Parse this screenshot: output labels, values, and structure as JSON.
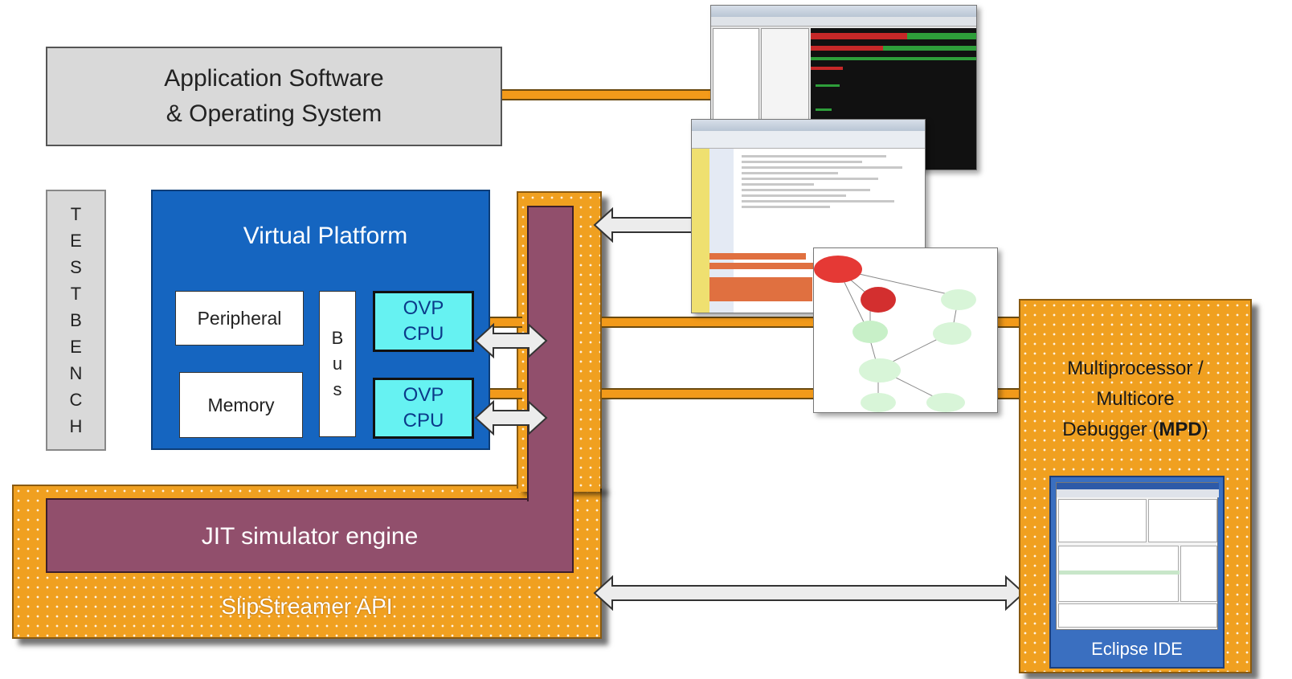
{
  "app_box": {
    "line1": "Application Software",
    "line2": "& Operating System"
  },
  "testbench": {
    "letters": [
      "T",
      "E",
      "S",
      "T",
      "B",
      "E",
      "N",
      "C",
      "H"
    ]
  },
  "virtual_platform": {
    "title": "Virtual Platform",
    "peripheral": "Peripheral",
    "memory": "Memory",
    "bus_letters": [
      "B",
      "u",
      "s"
    ],
    "cpu1": {
      "line1": "OVP",
      "line2": "CPU"
    },
    "cpu2": {
      "line1": "OVP",
      "line2": "CPU"
    }
  },
  "jit_engine": "JIT simulator engine",
  "slipstreamer_api": "SlipStreamer API",
  "mpd": {
    "line1": "Multiprocessor /",
    "line2": "Multicore",
    "line3_prefix": "Debugger (",
    "line3_bold": "MPD",
    "line3_suffix": ")",
    "ide_label": "Eclipse IDE"
  },
  "colors": {
    "orange": "#f0a020",
    "platform_blue": "#1565c0",
    "jit_purple": "#914f6c",
    "cpu_cyan": "#66f2f2",
    "gray_box": "#d9d9d9"
  }
}
